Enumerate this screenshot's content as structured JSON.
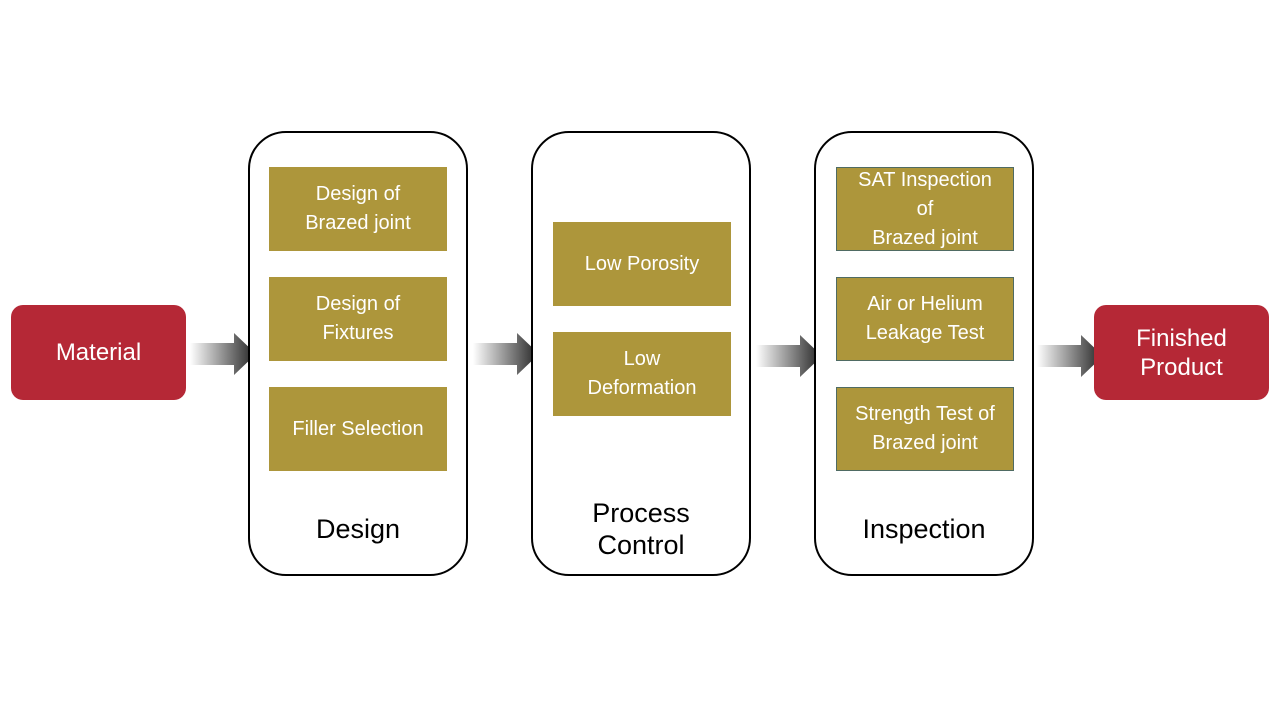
{
  "start": {
    "label": "Material"
  },
  "end": {
    "label": "Finished\nProduct"
  },
  "stages": [
    {
      "label": "Design",
      "steps": [
        "Design of\nBrazed joint",
        "Design of\nFixtures",
        "Filler Selection"
      ]
    },
    {
      "label": "Process\nControl",
      "steps": [
        "Low Porosity",
        "Low\nDeformation"
      ]
    },
    {
      "label": "Inspection",
      "steps": [
        "SAT Inspection\nof\nBrazed joint",
        "Air or Helium\nLeakage Test",
        "Strength Test of\nBrazed joint"
      ]
    }
  ],
  "colors": {
    "endpoint": "#b52836",
    "step": "#ad963b",
    "stage_border": "#000000"
  }
}
